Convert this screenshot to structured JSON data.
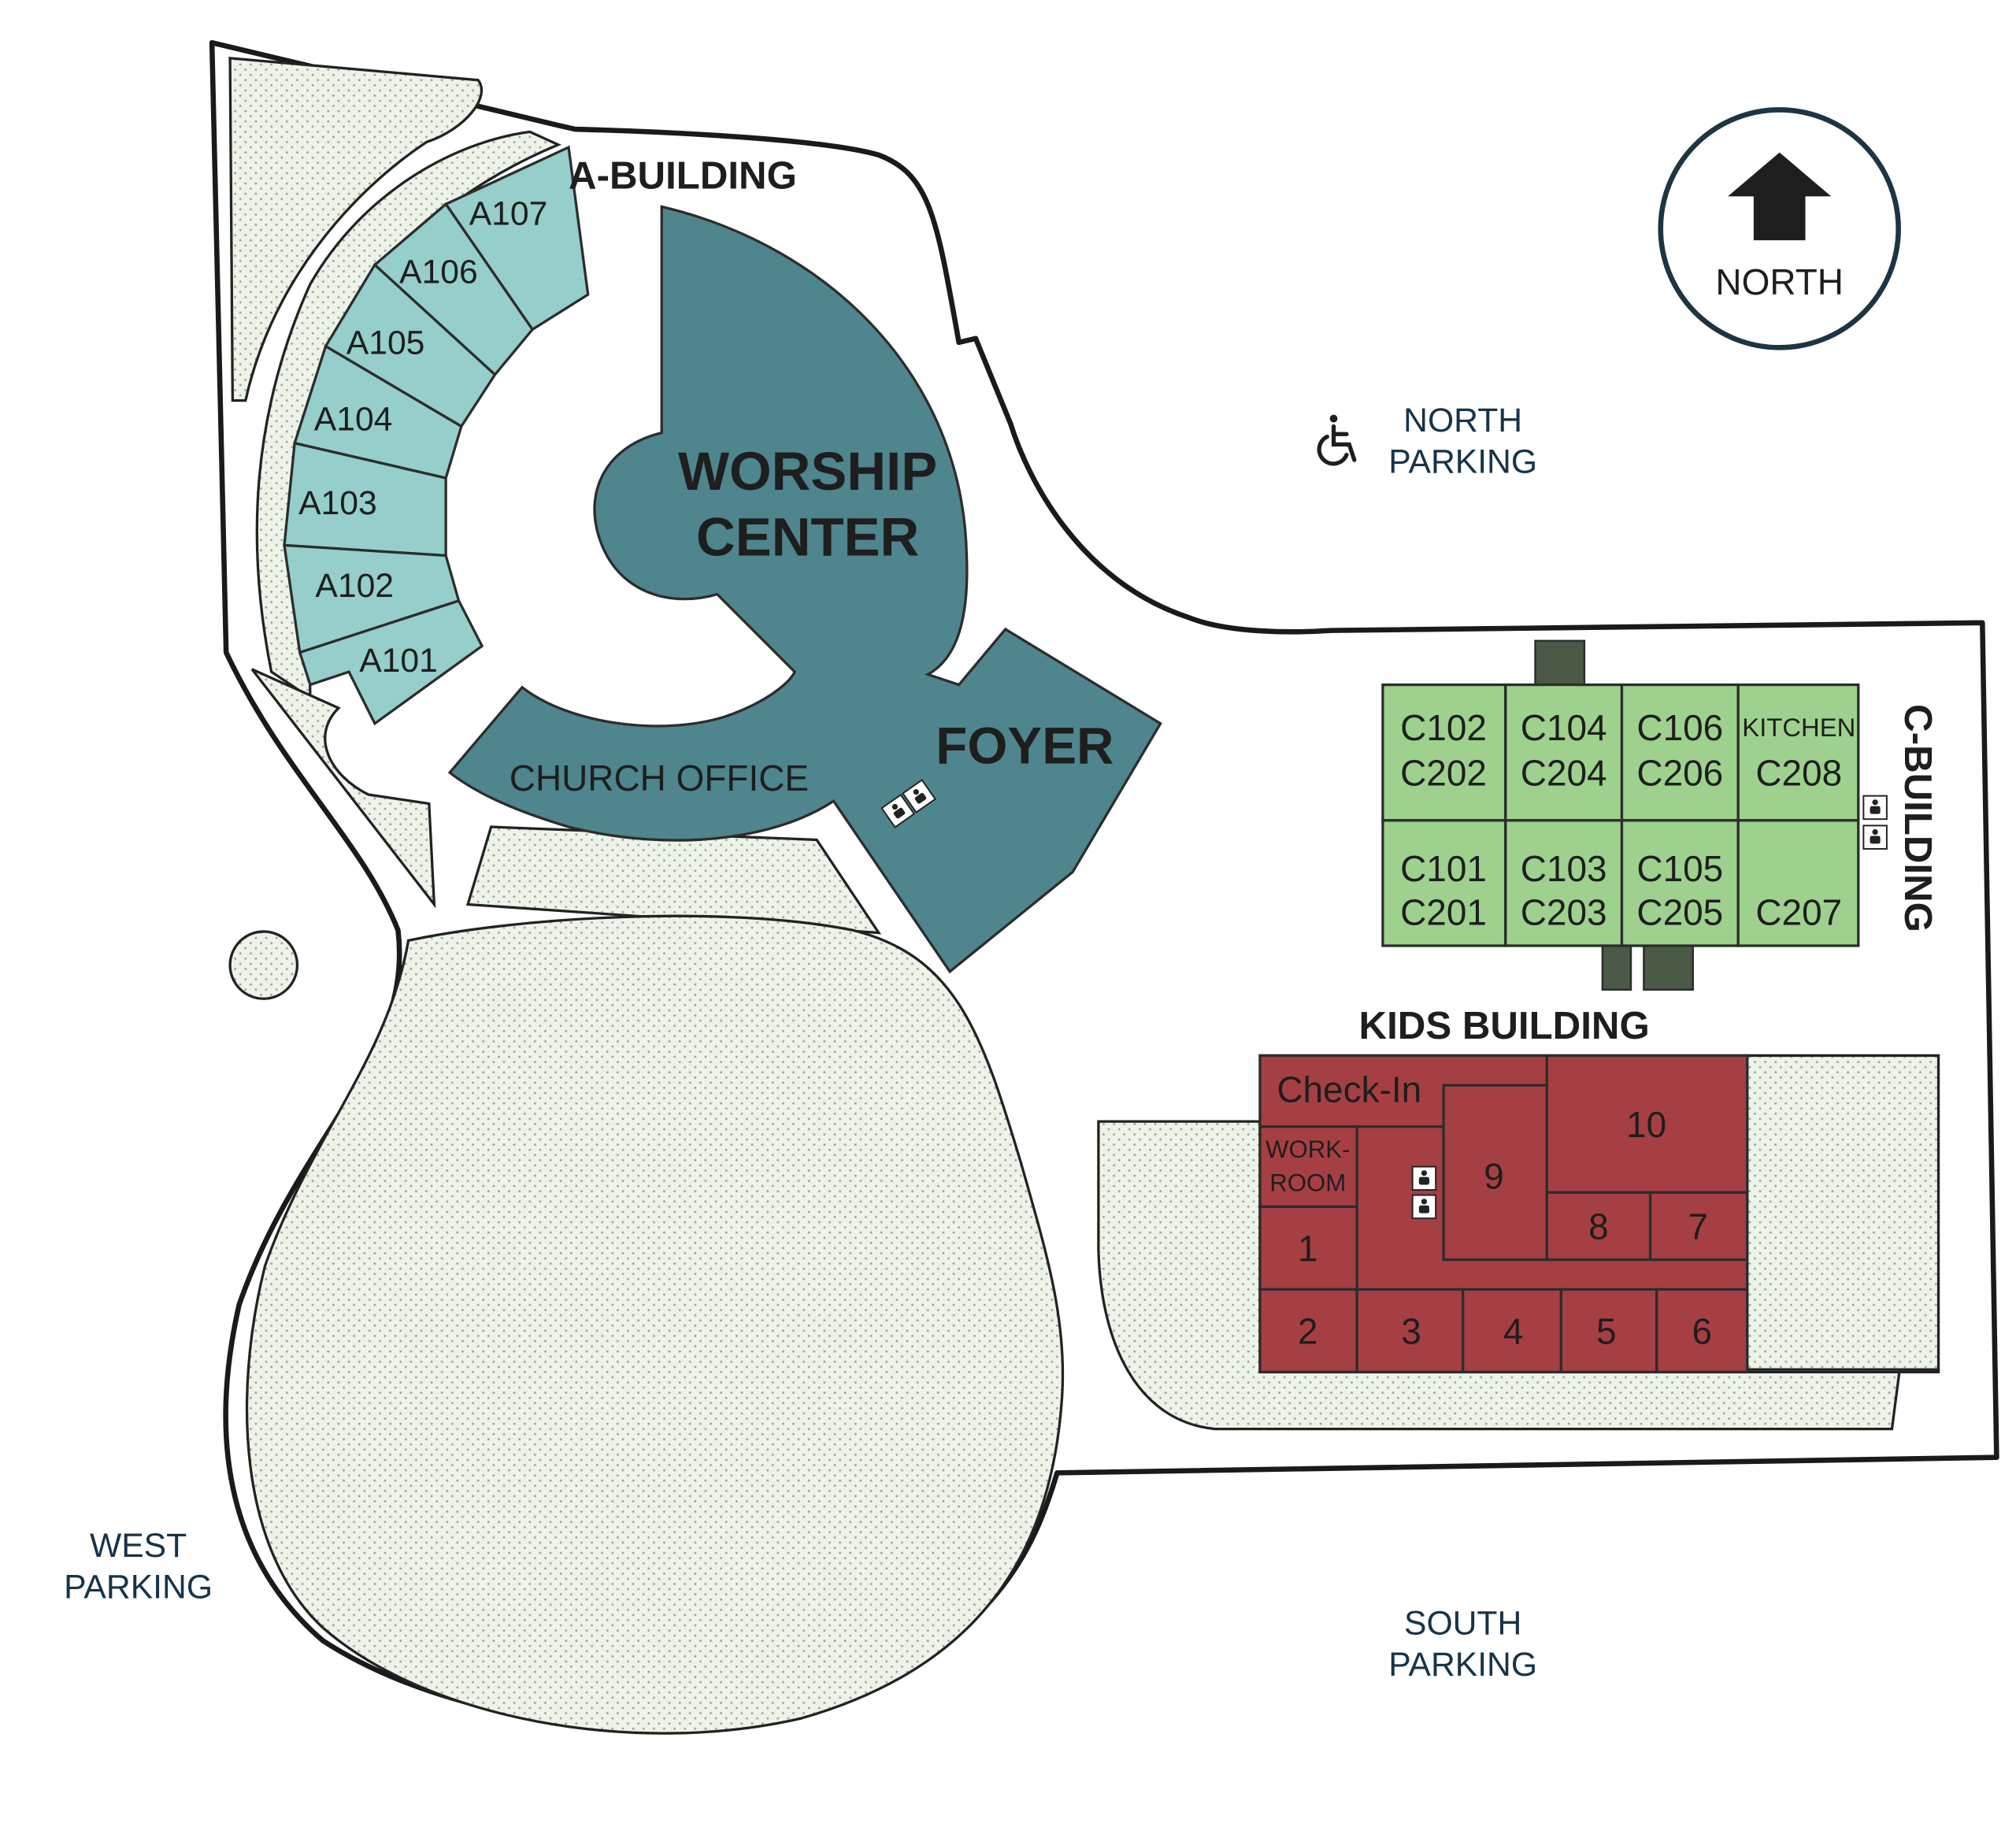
{
  "colors": {
    "worship": "#4f858d",
    "a_building": "#95ceca",
    "c_building": "#9ed18e",
    "kids_building": "#a63f44",
    "landscape": "#eef3ea",
    "parking_label": "#17334a",
    "compass_ring": "#1d3543"
  },
  "compass": {
    "label": "NORTH",
    "icon": "north-arrow-icon"
  },
  "buildings": {
    "a_building": "A-BUILDING",
    "worship_line1": "WORSHIP",
    "worship_line2": "CENTER",
    "church_office": "CHURCH OFFICE",
    "foyer": "FOYER",
    "c_building": "C-BUILDING",
    "kids_building": "KIDS BUILDING"
  },
  "a_rooms": [
    "A107",
    "A106",
    "A105",
    "A104",
    "A103",
    "A102",
    "A101"
  ],
  "c_rooms": {
    "top": [
      {
        "line1": "C102",
        "line2": "C202"
      },
      {
        "line1": "C104",
        "line2": "C204"
      },
      {
        "line1": "C106",
        "line2": "C206"
      },
      {
        "line1": "KITCHEN",
        "line2": "C208"
      }
    ],
    "bottom": [
      {
        "line1": "C101",
        "line2": "C201"
      },
      {
        "line1": "C103",
        "line2": "C203"
      },
      {
        "line1": "C105",
        "line2": "C205"
      },
      {
        "line1": "",
        "line2": "C207"
      }
    ]
  },
  "kids_rooms": {
    "check_in": "Check-In",
    "workroom_line1": "WORK-",
    "workroom_line2": "ROOM",
    "room_1": "1",
    "room_2": "2",
    "room_3": "3",
    "room_4": "4",
    "room_5": "5",
    "room_6": "6",
    "room_7": "7",
    "room_8": "8",
    "room_9": "9",
    "room_10": "10"
  },
  "parking": {
    "north_line1": "NORTH",
    "north_line2": "PARKING",
    "west_line1": "WEST",
    "west_line2": "PARKING",
    "south_line1": "SOUTH",
    "south_line2": "PARKING"
  },
  "icons": {
    "accessible": "wheelchair-icon",
    "restroom": "restroom-icon"
  }
}
